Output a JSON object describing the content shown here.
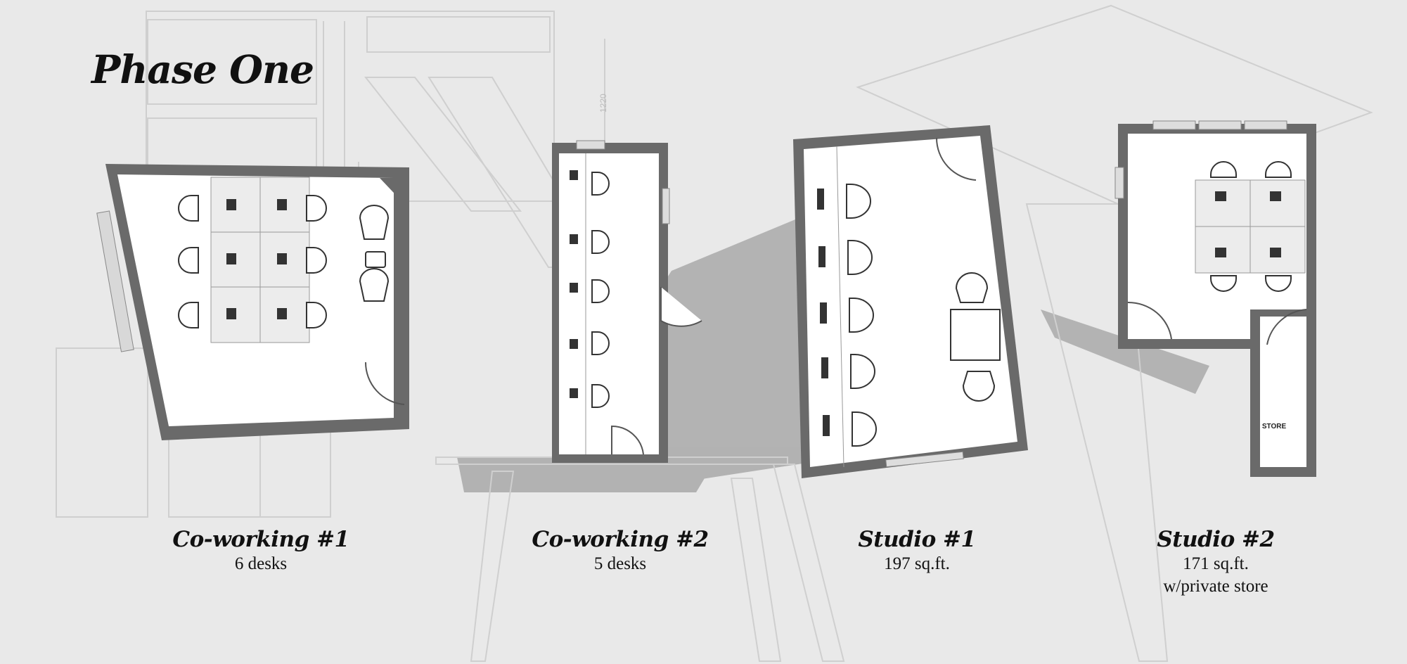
{
  "page": {
    "title": "Phase One"
  },
  "rooms": [
    {
      "name": "Co-working #1",
      "details": [
        "6 desks"
      ]
    },
    {
      "name": "Co-working #2",
      "details": [
        "5 desks"
      ]
    },
    {
      "name": "Studio #1",
      "details": [
        "197 sq.ft."
      ]
    },
    {
      "name": "Studio #2",
      "details": [
        "171 sq.ft.",
        "w/private store"
      ]
    }
  ],
  "labels": {
    "store": "STORE",
    "dimension": "1220"
  },
  "colors": {
    "background": "#e9e9e9",
    "wall": "#6a6a6a",
    "floor": "#ffffff",
    "sketch_lines": "#cfcfcf",
    "shadow": "#a9a9a9"
  }
}
